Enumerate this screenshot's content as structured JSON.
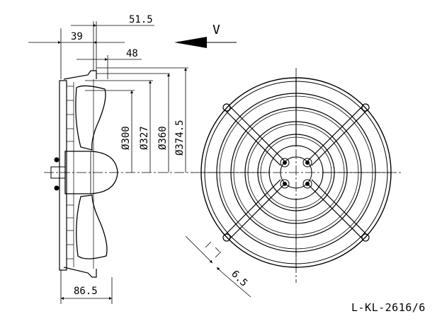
{
  "drawing": {
    "dimensions": {
      "d_51_5": "51.5",
      "d_39": "39",
      "d_48": "48",
      "d_86_5": "86.5",
      "d_6_5": "6.5",
      "dia_300": "Ø300",
      "dia_327": "Ø327",
      "dia_360": "Ø360",
      "dia_374_5": "Ø374.5"
    },
    "view_label": "V",
    "reference": "L-KL-2616/6"
  }
}
